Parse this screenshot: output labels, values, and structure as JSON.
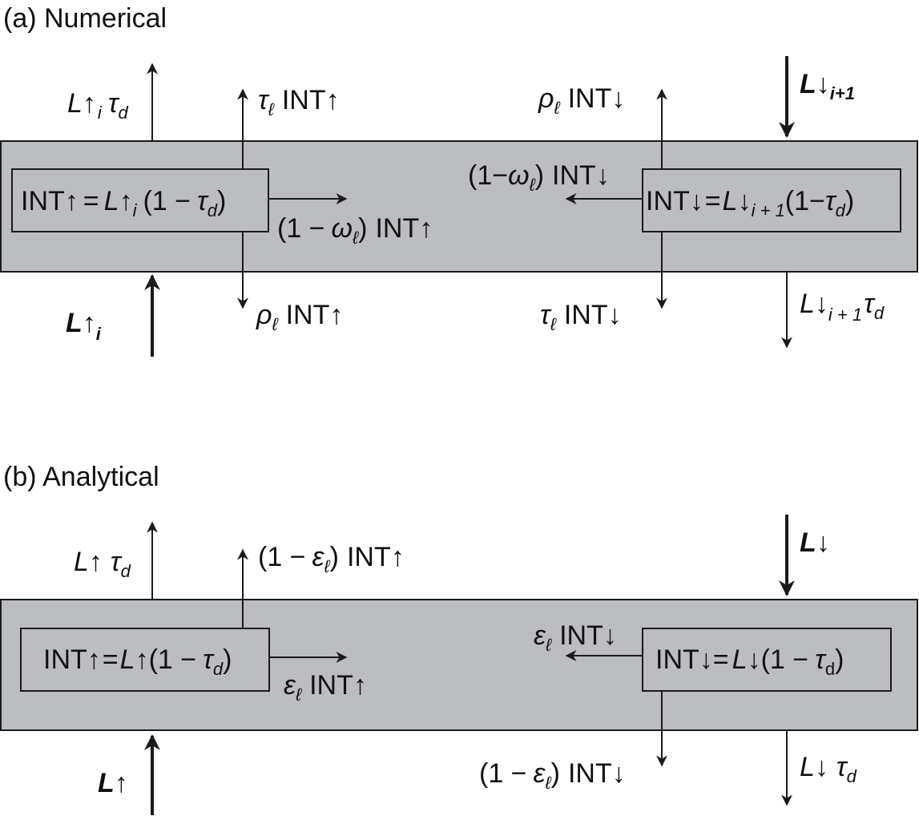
{
  "colors": {
    "layer_fill": "#bcbdc0",
    "stroke": "#1a1a1a",
    "text": "#111111"
  },
  "panel_a": {
    "title": "(a) Numerical",
    "L": "L",
    "up": "↑",
    "down": "↓",
    "sub_i": "i",
    "sub_i1": "i+1",
    "sub_i1_sp": "i + 1",
    "tau": "τ",
    "rho": "ρ",
    "omega": "ω",
    "sub_d": "d",
    "sub_l": "ℓ",
    "INT": "INT",
    "eq": "=",
    "one_minus": "(1 −",
    "one_minus_tight": "(1−",
    "close": ")"
  },
  "panel_b": {
    "title": "(b) Analytical",
    "L": "L",
    "up": "↑",
    "down": "↓",
    "tau": "τ",
    "epsilon": "ε",
    "sub_d": "d",
    "sub_d_upright": "d",
    "sub_l": "ℓ",
    "INT": "INT",
    "eq": "=",
    "one_minus": "(1 −",
    "close": ")"
  }
}
